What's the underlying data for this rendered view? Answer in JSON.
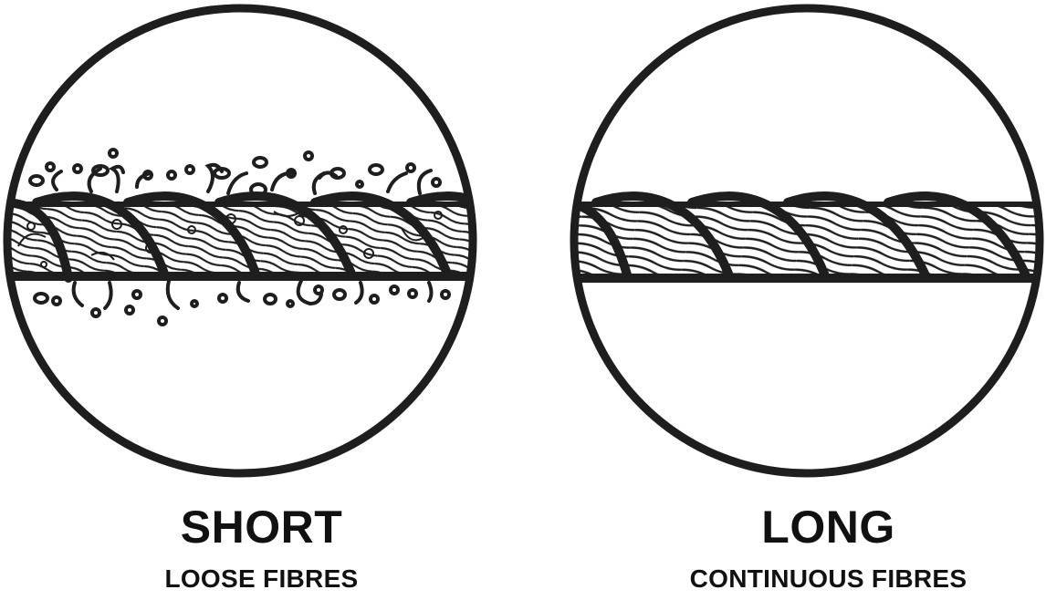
{
  "diagram": {
    "stroke_color": "#1e1e1e",
    "background": "#ffffff",
    "panels": [
      {
        "id": "short",
        "title": "SHORT",
        "subtitle": "LOOSE FIBRES",
        "illustration": "twisted-rope-with-loose-fibres-icon"
      },
      {
        "id": "long",
        "title": "LONG",
        "subtitle": "CONTINUOUS FIBRES",
        "illustration": "twisted-rope-continuous-fibres-icon"
      }
    ]
  }
}
